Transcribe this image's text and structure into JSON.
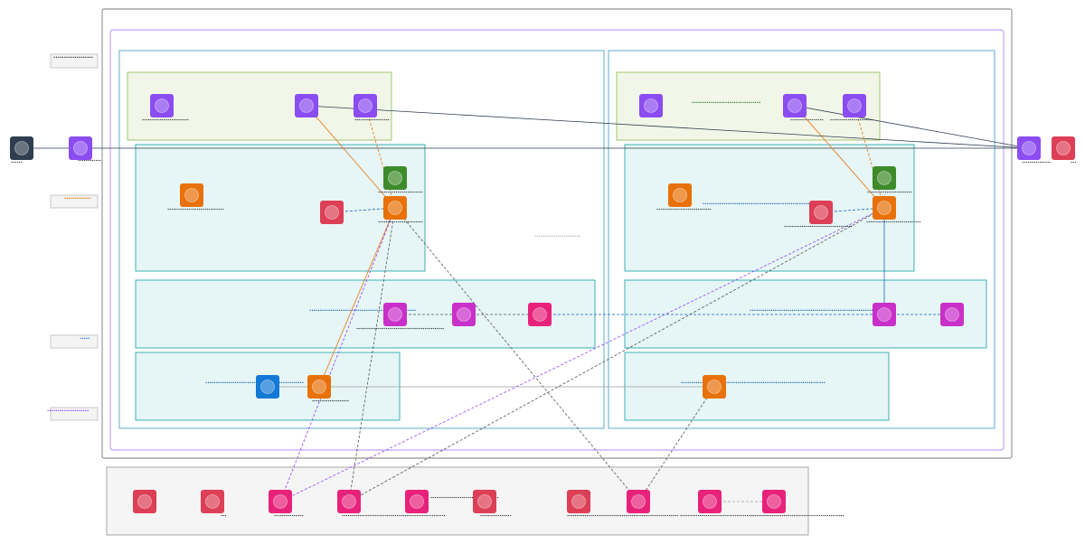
{
  "diagram": {
    "cloud_label": "",
    "region_label": "",
    "center_watermark": "ꞏꞏꞏꞏꞏꞏꞏꞏꞏꞏꞏꞏꞏꞏꞏꞏꞏꞏꞏꞏꞏꞏ",
    "rail": [
      {
        "text": "ꞏꞏꞏꞏꞏꞏꞏꞏꞏꞏꞏꞏꞏꞏꞏꞏꞏꞏꞏ",
        "color": "#1f2933"
      },
      {
        "text": "ꞏꞏꞏꞏꞏꞏꞏꞏꞏꞏꞏꞏꞏ",
        "color": "#e8710a"
      },
      {
        "text": "ꞏꞏꞏꞏꞏ",
        "color": "#1a73e8"
      },
      {
        "text": "ꞏꞏꞏꞏꞏꞏꞏꞏꞏꞏꞏꞏꞏꞏꞏꞏꞏꞏꞏꞏ",
        "color": "#8b3dff"
      }
    ],
    "groups": [
      {
        "id": "az-a-app",
        "label": "",
        "color": "#7cb342"
      },
      {
        "id": "az-b-app",
        "label": "ꞏꞏꞏꞏꞏꞏꞏꞏꞏꞏꞏꞏꞏꞏꞏꞏꞏꞏꞏꞏꞏꞏꞏꞏꞏꞏꞏꞏꞏꞏꞏꞏꞏ",
        "color": "#2e7d32"
      },
      {
        "id": "az-a-compute",
        "label": "",
        "color": "#12a1a8"
      },
      {
        "id": "az-b-compute",
        "label": "ꞏꞏꞏꞏꞏꞏꞏꞏꞏꞏꞏꞏꞏꞏꞏꞏꞏꞏꞏꞏꞏꞏꞏꞏꞏꞏꞏꞏꞏꞏꞏꞏꞏꞏꞏꞏꞏꞏꞏꞏꞏꞏꞏꞏꞏꞏꞏꞏꞏꞏꞏꞏꞏꞏ",
        "color": "#1565c0"
      },
      {
        "id": "az-a-data",
        "label": "ꞏꞏꞏꞏꞏꞏꞏꞏꞏꞏꞏꞏꞏꞏꞏꞏꞏꞏꞏꞏꞏꞏꞏꞏꞏꞏꞏꞏꞏꞏꞏꞏꞏꞏꞏꞏꞏꞏꞏꞏꞏꞏꞏꞏꞏꞏꞏꞏꞏꞏꞏ",
        "color": "#1565c0"
      },
      {
        "id": "az-b-data",
        "label": "ꞏꞏꞏꞏꞏꞏꞏꞏꞏꞏꞏꞏꞏꞏꞏꞏꞏꞏꞏꞏꞏꞏꞏꞏꞏꞏꞏꞏꞏꞏꞏꞏꞏꞏꞏꞏꞏꞏꞏꞏꞏꞏꞏꞏꞏꞏꞏꞏꞏꞏꞏꞏꞏꞏꞏꞏꞏꞏꞏꞏꞏꞏꞏ",
        "color": "#1565c0"
      },
      {
        "id": "az-a-net",
        "label": "ꞏꞏꞏꞏꞏꞏꞏꞏꞏꞏꞏꞏꞏꞏꞏꞏꞏꞏꞏꞏꞏꞏꞏꞏꞏꞏꞏꞏꞏꞏꞏꞏꞏꞏꞏꞏꞏꞏꞏꞏꞏꞏꞏꞏꞏꞏꞏ",
        "color": "#1565c0"
      },
      {
        "id": "az-b-net",
        "label": "ꞏꞏꞏꞏꞏꞏꞏꞏꞏꞏꞏꞏꞏꞏꞏꞏꞏꞏꞏꞏꞏꞏꞏꞏꞏꞏꞏꞏꞏꞏꞏꞏꞏꞏꞏꞏꞏꞏꞏꞏꞏꞏꞏꞏꞏꞏꞏꞏꞏꞏꞏꞏꞏꞏꞏꞏꞏꞏꞏꞏꞏꞏꞏꞏꞏꞏꞏꞏꞏ",
        "color": "#1565c0"
      },
      {
        "id": "shared",
        "label": "",
        "color": "#9e9e9e"
      }
    ],
    "nodes": [
      {
        "id": "users",
        "label": "ꞏꞏꞏꞏꞏꞏ",
        "color": "#2f3e50"
      },
      {
        "id": "edge-in",
        "label": "ꞏꞏꞏꞏꞏꞏꞏꞏꞏꞏꞏꞏ",
        "color": "#8b4cf2"
      },
      {
        "id": "a-app-1",
        "label": "ꞏꞏꞏꞏꞏꞏꞏꞏꞏꞏꞏꞏꞏꞏꞏꞏꞏꞏꞏꞏꞏꞏꞏꞏ",
        "color": "#8b4cf2"
      },
      {
        "id": "a-app-2",
        "label": "",
        "color": "#8b4cf2"
      },
      {
        "id": "a-app-3",
        "label": "ꞏꞏꞏꞏꞏꞏꞏꞏꞏꞏꞏꞏꞏꞏꞏꞏꞏꞏ",
        "color": "#8b4cf2"
      },
      {
        "id": "a-mgmt",
        "label": "ꞏꞏꞏꞏꞏꞏꞏꞏꞏꞏꞏꞏꞏꞏꞏꞏꞏꞏꞏꞏꞏꞏꞏ",
        "color": "#3d8b2a"
      },
      {
        "id": "a-cpu-1",
        "label": "ꞏꞏꞏꞏꞏꞏꞏꞏꞏꞏꞏꞏꞏꞏꞏꞏꞏꞏꞏꞏꞏꞏꞏꞏꞏꞏꞏꞏꞏ",
        "color": "#e8710a"
      },
      {
        "id": "a-sec",
        "label": "",
        "color": "#dd3f56"
      },
      {
        "id": "a-cpu-2",
        "label": "ꞏꞏꞏꞏꞏꞏꞏꞏꞏꞏꞏꞏꞏꞏꞏꞏꞏꞏꞏꞏꞏꞏꞏ",
        "color": "#e8710a"
      },
      {
        "id": "a-db-1",
        "label": "ꞏꞏꞏꞏꞏꞏꞏꞏꞏꞏꞏꞏꞏꞏꞏꞏꞏꞏꞏꞏꞏꞏꞏꞏꞏꞏꞏꞏꞏꞏꞏꞏꞏꞏꞏꞏꞏꞏꞏꞏꞏꞏꞏꞏꞏ",
        "color": "#c930c9"
      },
      {
        "id": "a-db-2",
        "label": "",
        "color": "#c930c9"
      },
      {
        "id": "a-db-3",
        "label": "",
        "color": "#e8227b"
      },
      {
        "id": "a-net-1",
        "label": "",
        "color": "#1479d6"
      },
      {
        "id": "a-net-2",
        "label": "ꞏꞏꞏꞏꞏꞏꞏꞏꞏꞏꞏꞏꞏꞏꞏꞏꞏꞏꞏ",
        "color": "#e8710a"
      },
      {
        "id": "b-app-1",
        "label": "",
        "color": "#8b4cf2"
      },
      {
        "id": "b-app-2",
        "label": "ꞏꞏꞏꞏꞏꞏꞏꞏꞏꞏꞏꞏꞏꞏꞏꞏꞏ",
        "color": "#8b4cf2"
      },
      {
        "id": "b-app-3",
        "label": "ꞏꞏꞏꞏꞏꞏꞏꞏꞏꞏꞏꞏꞏꞏꞏꞏꞏꞏꞏꞏꞏꞏ",
        "color": "#8b4cf2"
      },
      {
        "id": "b-mgmt",
        "label": "ꞏꞏꞏꞏꞏꞏꞏꞏꞏꞏꞏꞏꞏꞏꞏꞏꞏꞏꞏꞏꞏꞏꞏ",
        "color": "#3d8b2a"
      },
      {
        "id": "b-cpu-1",
        "label": "ꞏꞏꞏꞏꞏꞏꞏꞏꞏꞏꞏꞏꞏꞏꞏꞏꞏꞏꞏꞏꞏꞏꞏꞏꞏꞏꞏꞏ",
        "color": "#e8710a"
      },
      {
        "id": "b-sec",
        "label": "ꞏꞏꞏꞏꞏꞏꞏꞏꞏꞏꞏꞏꞏꞏꞏꞏꞏꞏꞏꞏꞏꞏꞏꞏꞏꞏꞏꞏꞏꞏꞏꞏꞏꞏꞏ",
        "color": "#dd3f56"
      },
      {
        "id": "b-cpu-2",
        "label": "ꞏꞏꞏꞏꞏꞏꞏꞏꞏꞏꞏꞏꞏꞏꞏꞏꞏꞏꞏꞏꞏꞏꞏꞏꞏꞏꞏꞏ",
        "color": "#e8710a"
      },
      {
        "id": "b-db-1",
        "label": "",
        "color": "#c930c9"
      },
      {
        "id": "b-db-2",
        "label": "",
        "color": "#c930c9"
      },
      {
        "id": "b-net-1",
        "label": "",
        "color": "#e8710a"
      },
      {
        "id": "edge-out",
        "label": "ꞏꞏꞏꞏꞏꞏꞏꞏꞏꞏꞏꞏꞏꞏꞏ",
        "color": "#8b4cf2"
      },
      {
        "id": "ext",
        "label": "ꞏꞏꞏ",
        "color": "#dd3f56"
      },
      {
        "id": "s1",
        "label": "",
        "color": "#dd3f56"
      },
      {
        "id": "s2",
        "label": "ꞏꞏꞏ",
        "color": "#dd3f56"
      },
      {
        "id": "s3",
        "label": "ꞏꞏꞏꞏꞏꞏꞏꞏꞏꞏꞏꞏꞏꞏꞏ",
        "color": "#e8227b"
      },
      {
        "id": "s4",
        "label": "ꞏꞏꞏꞏꞏꞏꞏꞏꞏꞏꞏꞏꞏꞏꞏꞏꞏꞏꞏꞏꞏꞏꞏꞏꞏꞏꞏꞏꞏꞏꞏꞏꞏꞏꞏꞏꞏꞏꞏꞏꞏꞏꞏꞏꞏꞏꞏꞏꞏꞏꞏꞏꞏ",
        "color": "#e8227b"
      },
      {
        "id": "s5",
        "label": "ꞏꞏꞏꞏꞏꞏꞏꞏꞏꞏꞏꞏꞏꞏꞏꞏꞏꞏꞏꞏꞏꞏꞏꞏꞏꞏꞏꞏꞏꞏꞏꞏꞏꞏꞏ",
        "color": "#e8227b"
      },
      {
        "id": "s6",
        "label": "ꞏꞏꞏꞏꞏꞏꞏꞏꞏꞏꞏꞏꞏꞏꞏꞏ",
        "color": "#dd3f56"
      },
      {
        "id": "s7",
        "label": "ꞏꞏꞏꞏꞏꞏꞏꞏꞏꞏꞏꞏꞏꞏꞏꞏꞏꞏꞏꞏꞏꞏꞏꞏꞏꞏꞏꞏꞏꞏꞏꞏꞏꞏꞏꞏꞏꞏꞏꞏꞏꞏꞏꞏꞏꞏꞏꞏꞏꞏꞏꞏꞏꞏꞏꞏꞏ",
        "color": "#dd3f56"
      },
      {
        "id": "s8",
        "label": "",
        "color": "#e8227b"
      },
      {
        "id": "s9",
        "label": "ꞏꞏꞏꞏꞏꞏꞏꞏꞏꞏꞏꞏꞏꞏꞏꞏꞏꞏꞏꞏꞏꞏꞏꞏꞏꞏꞏꞏꞏꞏꞏꞏꞏꞏꞏꞏꞏꞏ",
        "color": "#e8227b"
      },
      {
        "id": "s10",
        "label": "ꞏꞏꞏꞏꞏꞏꞏꞏꞏꞏꞏꞏꞏꞏꞏꞏꞏꞏꞏꞏꞏꞏꞏꞏꞏꞏꞏꞏꞏꞏꞏꞏꞏꞏꞏꞏꞏꞏꞏꞏꞏꞏꞏꞏꞏꞏꞏ",
        "color": "#e8227b"
      }
    ],
    "edges": [
      {
        "from": "users",
        "to": "edge-out",
        "color": "#2f3e50",
        "dash": false
      },
      {
        "from": "a-app-2",
        "to": "edge-out",
        "color": "#2f3e50",
        "dash": false
      },
      {
        "from": "b-app-2",
        "to": "edge-out",
        "color": "#2f3e50",
        "dash": false
      },
      {
        "from": "a-app-2",
        "to": "a-cpu-2",
        "color": "#e8710a",
        "dash": false
      },
      {
        "from": "a-app-3",
        "to": "a-cpu-2",
        "color": "#e8710a",
        "dash": true
      },
      {
        "from": "a-sec",
        "to": "a-cpu-2",
        "color": "#1565c0",
        "dash": true
      },
      {
        "from": "a-cpu-2",
        "to": "a-net-2",
        "color": "#e8710a",
        "dash": false
      },
      {
        "from": "a-cpu-2",
        "to": "s3",
        "color": "#8b3dff",
        "dash": true
      },
      {
        "from": "a-cpu-2",
        "to": "s4",
        "color": "#555555",
        "dash": true
      },
      {
        "from": "a-cpu-2",
        "to": "s8",
        "color": "#555555",
        "dash": true
      },
      {
        "from": "a-db-1",
        "to": "a-db-3",
        "color": "#555555",
        "dash": true
      },
      {
        "from": "a-db-3",
        "to": "b-db-2",
        "color": "#1565c0",
        "dash": true
      },
      {
        "from": "a-net-1",
        "to": "b-net-1",
        "color": "#9e9e9e",
        "dash": false
      },
      {
        "from": "b-app-2",
        "to": "b-cpu-2",
        "color": "#e8710a",
        "dash": false
      },
      {
        "from": "b-app-3",
        "to": "b-cpu-2",
        "color": "#e8710a",
        "dash": true
      },
      {
        "from": "b-sec",
        "to": "b-cpu-2",
        "color": "#1565c0",
        "dash": true
      },
      {
        "from": "b-cpu-2",
        "to": "b-db-1",
        "color": "#1565c0",
        "dash": false
      },
      {
        "from": "s3",
        "to": "b-cpu-2",
        "color": "#8b3dff",
        "dash": true
      },
      {
        "from": "s4",
        "to": "b-cpu-2",
        "color": "#555555",
        "dash": true
      },
      {
        "from": "s8",
        "to": "b-net-1",
        "color": "#555555",
        "dash": true
      },
      {
        "from": "s9",
        "to": "s10",
        "color": "#9e9e9e",
        "dash": true
      }
    ]
  }
}
